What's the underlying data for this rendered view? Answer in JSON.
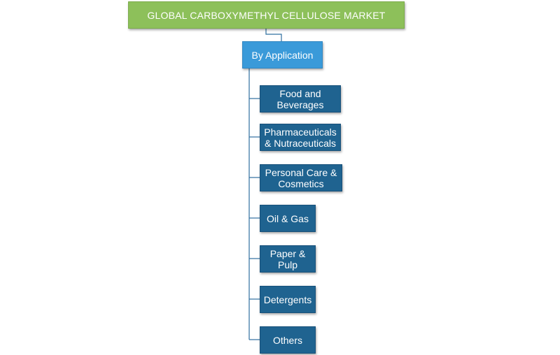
{
  "diagram": {
    "title": "GLOBAL CARBOXYMETHYL CELLULOSE MARKET",
    "category": "By Application",
    "items": [
      {
        "label": "Food and Beverages"
      },
      {
        "label": "Pharmaceuticals & Nutraceuticals"
      },
      {
        "label": "Personal Care & Cosmetics"
      },
      {
        "label": "Oil & Gas"
      },
      {
        "label": "Paper & Pulp"
      },
      {
        "label": "Detergents"
      },
      {
        "label": "Others"
      }
    ]
  },
  "colors": {
    "title_bg": "#8dc05a",
    "category_bg": "#3a9ad9",
    "item_bg": "#1f6390",
    "item_border": "#17507a",
    "connector": "#2f6f9f"
  }
}
